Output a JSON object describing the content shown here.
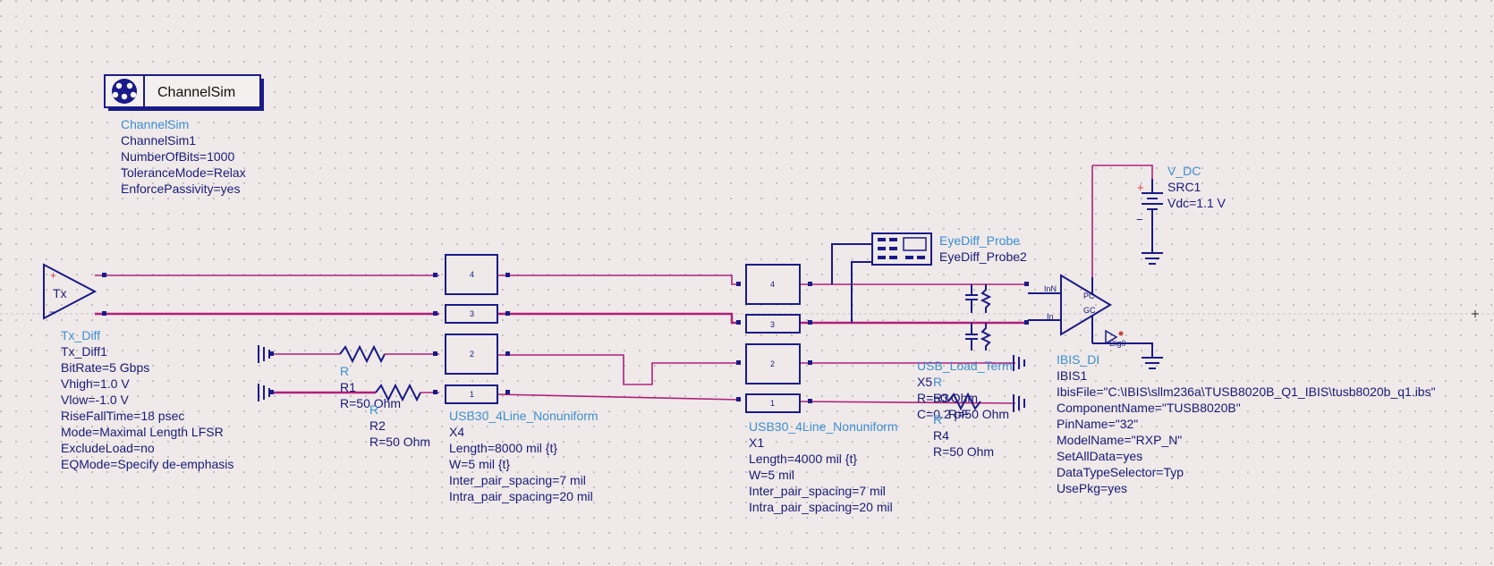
{
  "channelsim": {
    "button_label": "ChannelSim",
    "props": [
      "ChannelSim",
      "ChannelSim1",
      "NumberOfBits=1000",
      "ToleranceMode=Relax",
      "EnforcePassivity=yes"
    ]
  },
  "tx": {
    "symbol_label": "Tx",
    "props": [
      "Tx_Diff",
      "Tx_Diff1",
      "BitRate=5 Gbps",
      "Vhigh=1.0 V",
      "Vlow=-1.0 V",
      "RiseFallTime=18 psec",
      "Mode=Maximal Length LFSR",
      "ExcludeLoad=no",
      "EQMode=Specify de-emphasis"
    ]
  },
  "r1": {
    "props": [
      "R",
      "R1",
      "R=50 Ohm"
    ]
  },
  "r2": {
    "props": [
      "R",
      "R2",
      "R=50 Ohm"
    ]
  },
  "x4": {
    "pins": [
      "4",
      "3",
      "2",
      "1"
    ],
    "props": [
      "USB30_4Line_Nonuniform",
      "X4",
      "Length=8000 mil {t}",
      "W=5 mil {t}",
      "Inter_pair_spacing=7 mil",
      "Intra_pair_spacing=20 mil"
    ]
  },
  "x1": {
    "pins": [
      "4",
      "3",
      "2",
      "1"
    ],
    "props": [
      "USB30_4Line_Nonuniform",
      "X1",
      "Length=4000 mil {t}",
      "W=5 mil",
      "Inter_pair_spacing=7 mil",
      "Intra_pair_spacing=20 mil"
    ]
  },
  "probe": {
    "props": [
      "EyeDiff_Probe",
      "EyeDiff_Probe2"
    ]
  },
  "load": {
    "lines": [
      "USB_Load_Term",
      "X5",
      "R=50 Ohm",
      "C=0.2 pF",
      "R",
      "R3",
      "R=50 Ohm",
      "R",
      "R4",
      "R=50 Ohm"
    ]
  },
  "vdc": {
    "props": [
      "V_DC",
      "SRC1",
      "Vdc=1.1 V"
    ],
    "plus": "+",
    "minus": "−"
  },
  "ibis": {
    "symbol_top": "PC",
    "symbol_bottom": "GC",
    "pin_innp": "InN",
    "pin_inn": "In",
    "pin_dig": "Dig0",
    "props": [
      "IBIS_DI",
      "IBIS1",
      "IbisFile=\"C:\\IBIS\\sllm236a\\TUSB8020B_Q1_IBIS\\tusb8020b_q1.ibs\"",
      "ComponentName=\"TUSB8020B\"",
      "PinName=\"32\"",
      "ModelName=\"RXP_N\"",
      "SetAllData=yes",
      "DataTypeSelector=Typ",
      "UsePkg=yes"
    ]
  },
  "colors": {
    "wire": "#1a1a8a",
    "net": "#b0207a",
    "label_name": "#3c8fd4",
    "label_param": "#1a1a7a",
    "background": "#efe9e9"
  }
}
